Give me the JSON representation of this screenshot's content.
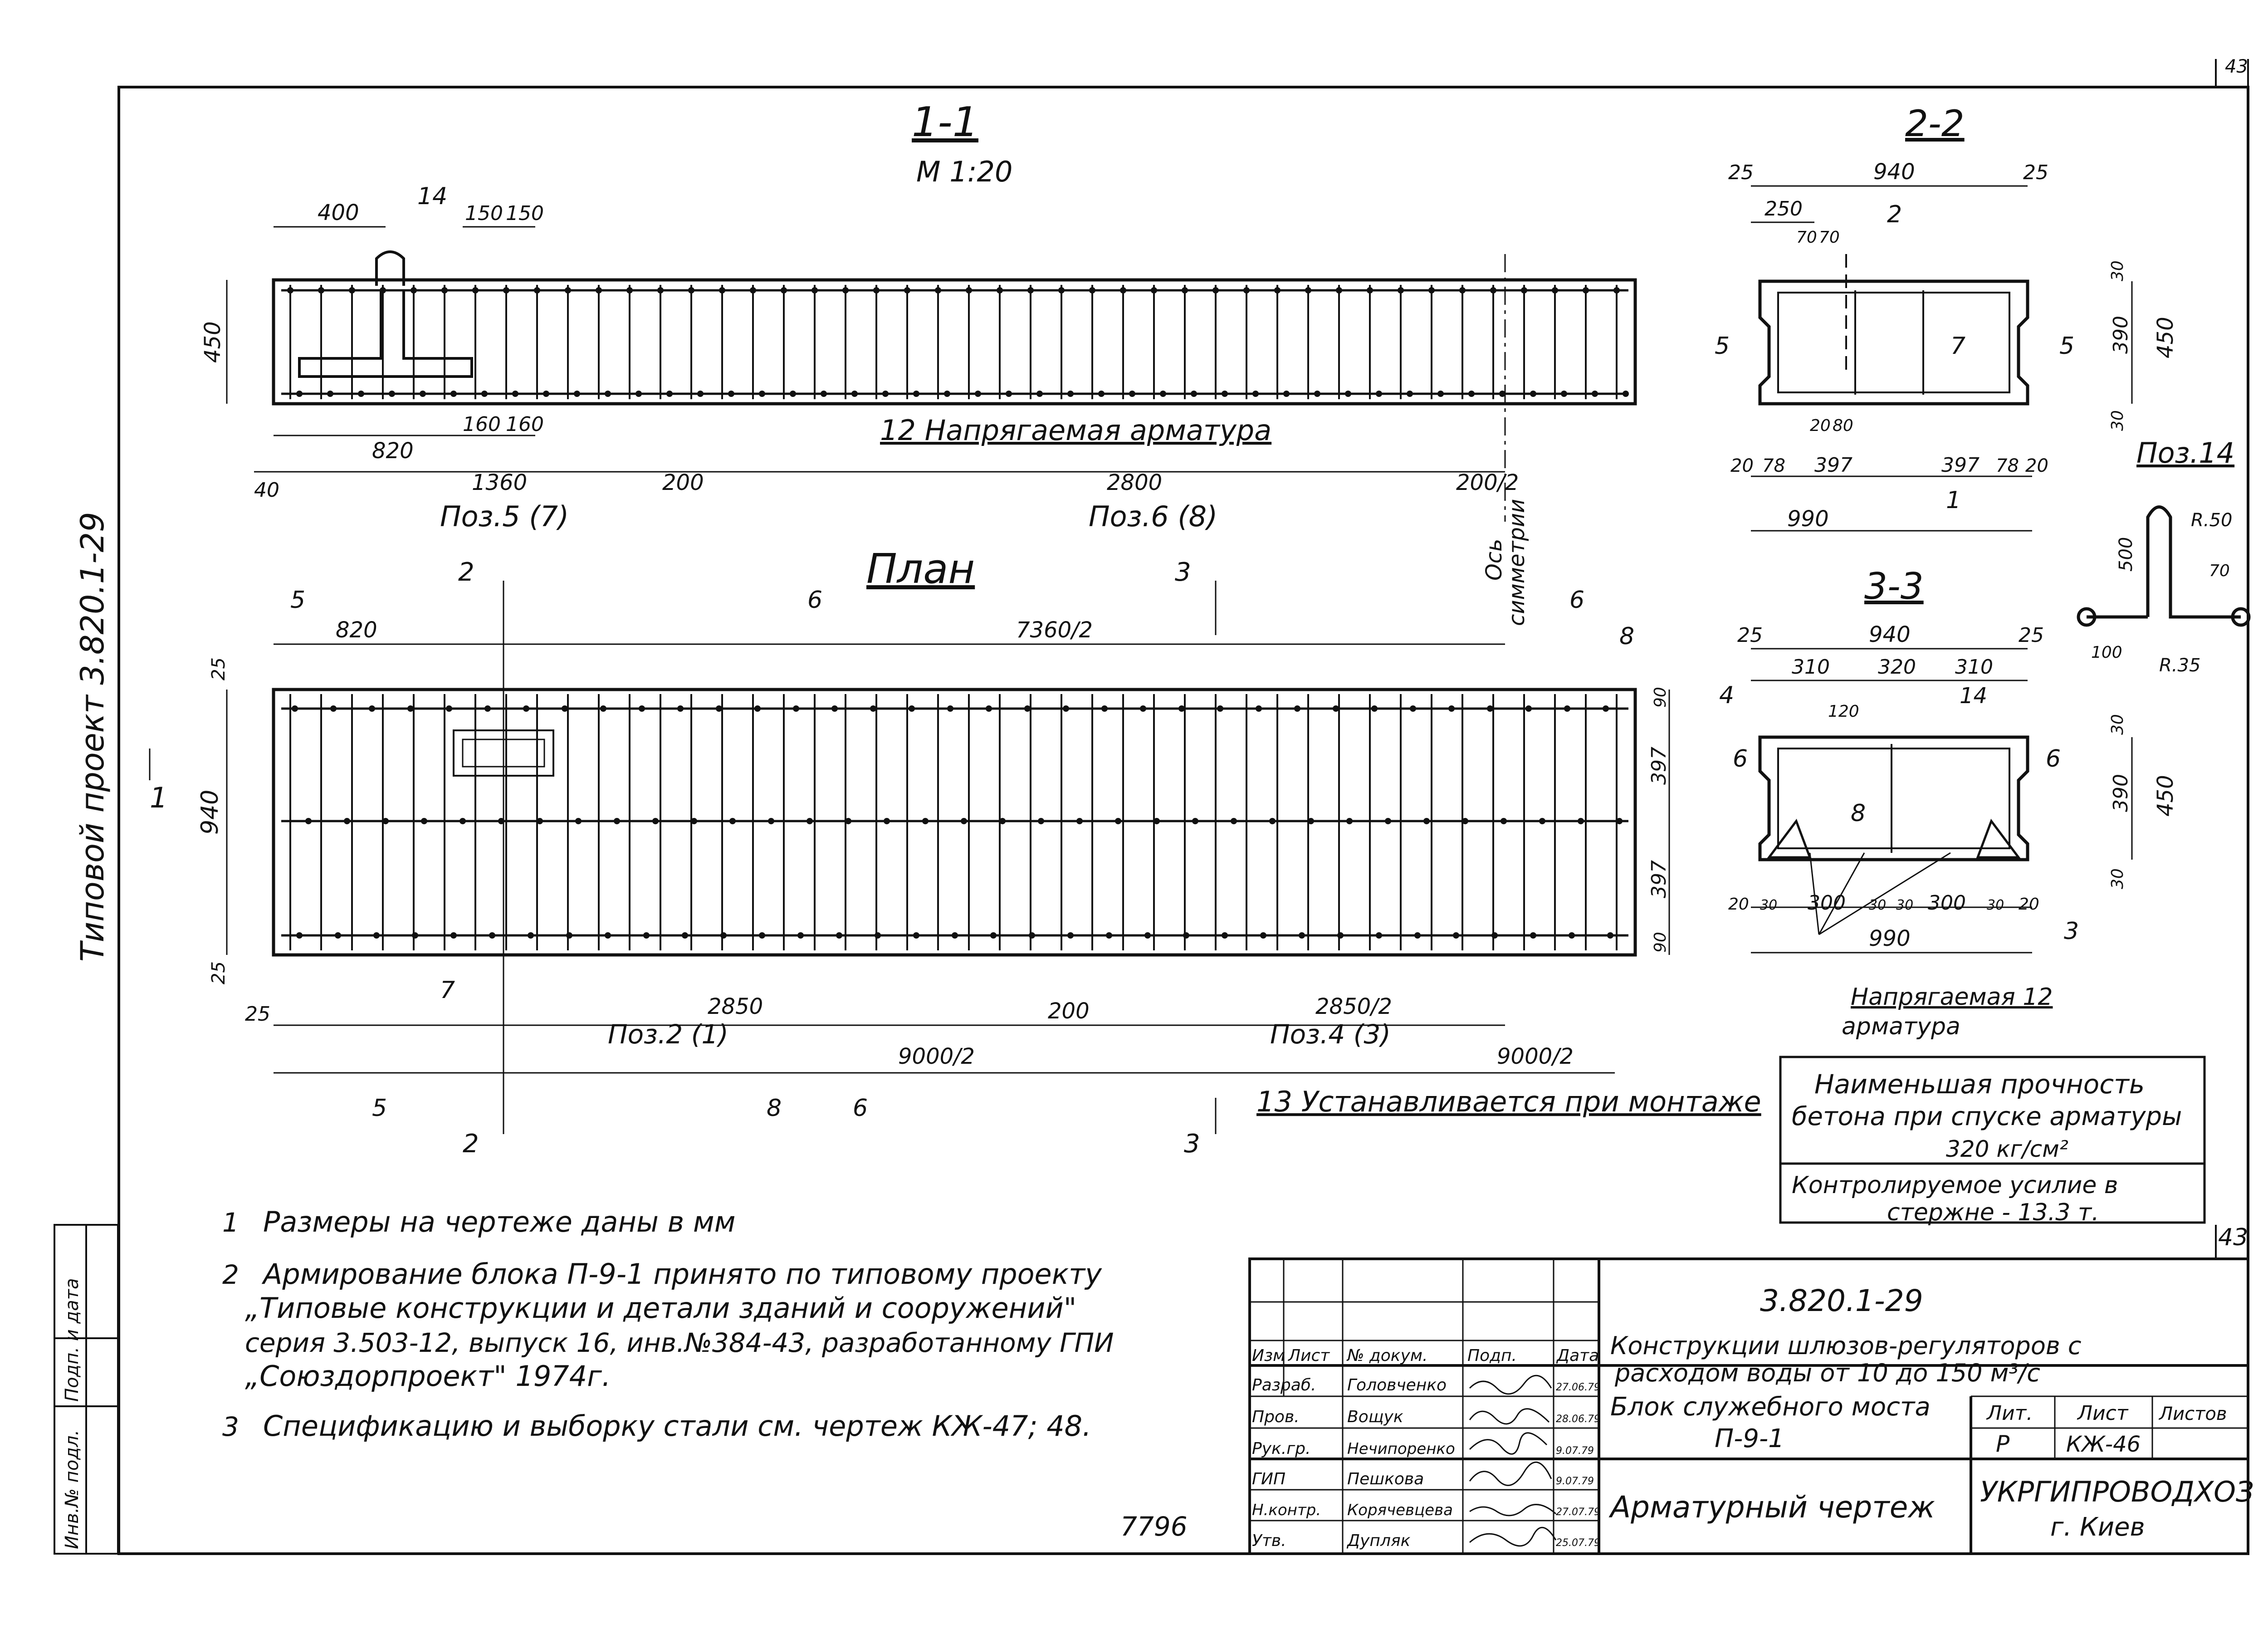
{
  "sheet": {
    "page_number": "43",
    "side_project": "Типовой проект 3.820.1-29",
    "side_stamp": [
      "Инв.№ подл.",
      "Подп. и дата"
    ],
    "archive_number": "7796",
    "section_marker": "1"
  },
  "section_1_1": {
    "title": "1-1",
    "scale": "М 1:20",
    "dims_top": [
      "400",
      "14",
      "150",
      "150"
    ],
    "dim_height": "450",
    "dims_bottom": [
      "820",
      "160",
      "160",
      "40",
      "1360",
      "200",
      "2800",
      "200/2"
    ],
    "pos_labels": [
      "Поз.5 (7)",
      "Поз.6 (8)"
    ],
    "callout": "12 Напрягаемая арматура",
    "axis_label": [
      "Ось",
      "симметрии"
    ]
  },
  "plan": {
    "title": "План",
    "dims_top": [
      "820",
      "7360/2",
      "25",
      "25"
    ],
    "dims_left": [
      "940",
      "25"
    ],
    "dims_right": [
      "90",
      "397",
      "397",
      "90"
    ],
    "dims_bottom": [
      "25",
      "2850",
      "200",
      "2850/2",
      "9000/2",
      "9000/2"
    ],
    "pos_labels": [
      "Поз.2 (1)",
      "Поз.4 (3)"
    ],
    "callouts": [
      "5",
      "6",
      "8",
      "7",
      "5",
      "8",
      "6",
      "6"
    ],
    "cut_markers": [
      "2",
      "3",
      "2",
      "3",
      "1"
    ],
    "note_13": "13 Устанавливается при монтаже"
  },
  "section_2_2": {
    "title": "2-2",
    "dims_top": [
      "25",
      "940",
      "25",
      "250",
      "70",
      "70",
      "2"
    ],
    "dims_right": [
      "30",
      "390",
      "450",
      "30"
    ],
    "dims_bottom": [
      "20",
      "80",
      "20",
      "78",
      "397",
      "397",
      "78",
      "20",
      "990",
      "1"
    ],
    "callouts": [
      "5",
      "7",
      "5"
    ]
  },
  "pos_14": {
    "title": "Поз.14",
    "dims": [
      "500",
      "R.50",
      "70",
      "100",
      "R.35"
    ]
  },
  "section_3_3": {
    "title": "3-3",
    "dims_top": [
      "25",
      "940",
      "25",
      "310",
      "320",
      "310",
      "120",
      "14",
      "4"
    ],
    "dims_right": [
      "30",
      "390",
      "450",
      "30"
    ],
    "dims_bottom": [
      "20",
      "30",
      "300",
      "30",
      "30",
      "300",
      "30",
      "20",
      "990",
      "3"
    ],
    "callouts": [
      "6",
      "8",
      "6"
    ],
    "note": [
      "Напрягаемая 12",
      "арматура"
    ]
  },
  "strength_box": {
    "line1": "Наименьшая прочность",
    "line2": "бетона при спуске арматуры",
    "line3": "320 кг/см²",
    "line4": "Контролируемое усилие в",
    "line5": "стержне - 13.3 т."
  },
  "notes": [
    {
      "num": "1",
      "lines": [
        "Размеры на чертеже даны в мм"
      ]
    },
    {
      "num": "2",
      "lines": [
        "Армирование блока П-9-1 принято по типовому проекту",
        "„Типовые конструкции и детали зданий и сооружений\"",
        "серия 3.503-12, выпуск 16, инв.№384-43, разработанному ГПИ",
        "„Союздорпроект\" 1974г."
      ]
    },
    {
      "num": "3",
      "lines": [
        "Спецификацию и выборку стали см. чертеж КЖ-47; 48."
      ]
    }
  ],
  "title_block": {
    "doc_code": "3.820.1-29",
    "project_title": [
      "Конструкции шлюзов-регуляторов с",
      "расходом воды от 10 до 150 м³/с"
    ],
    "element_title": [
      "Блок служебного моста",
      "П-9-1"
    ],
    "drawing_title": "Арматурный чертеж",
    "organization": [
      "УКРГИПРОВОДХОЗ",
      "г. Киев"
    ],
    "header_cols": [
      "Изм",
      "Лист",
      "№ докум.",
      "Подп.",
      "Дата"
    ],
    "lit_header": [
      "Лит.",
      "Лист",
      "Листов"
    ],
    "lit_values": [
      "Р",
      "КЖ-46",
      ""
    ],
    "sheet_marker": "43",
    "signers": [
      {
        "role": "Разраб.",
        "name": "Головченко",
        "date": "27.06.79"
      },
      {
        "role": "Пров.",
        "name": "Вощук",
        "date": "28.06.79"
      },
      {
        "role": "Рук.гр.",
        "name": "Нечипоренко",
        "date": "9.07.79"
      },
      {
        "role": "ГИП",
        "name": "Пешкова",
        "date": "9.07.79"
      },
      {
        "role": "Н.контр.",
        "name": "Корячевцева",
        "date": "27.07.79"
      },
      {
        "role": "Утв.",
        "name": "Дупляк",
        "date": "25.07.79"
      }
    ]
  }
}
